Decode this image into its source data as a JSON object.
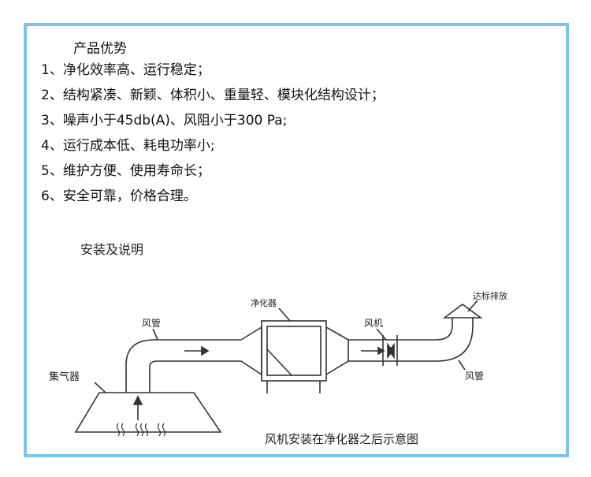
{
  "heading": "产品优势",
  "advantages": [
    "1、净化效率高、运行稳定；",
    "2、结构紧凑、新颖、体积小、重量轻、模块化结构设计；",
    "3、噪声小于45db(A)、风阻小于300 Pa;",
    "4、运行成本低、耗电功率小;",
    "5、维护方便、使用寿命长；",
    "6、安全可靠，价格合理。"
  ],
  "install_heading": "安装及说明",
  "diagram": {
    "label_duct_left": "风管",
    "label_collector": "集气器",
    "label_purifier": "净化器",
    "label_fan": "风机",
    "label_exhaust": "达标排放",
    "label_duct_right": "风管",
    "caption": "风机安装在净化器之后示意图"
  },
  "colors": {
    "frame_border": "#7fc3ea",
    "line": "#333333"
  }
}
